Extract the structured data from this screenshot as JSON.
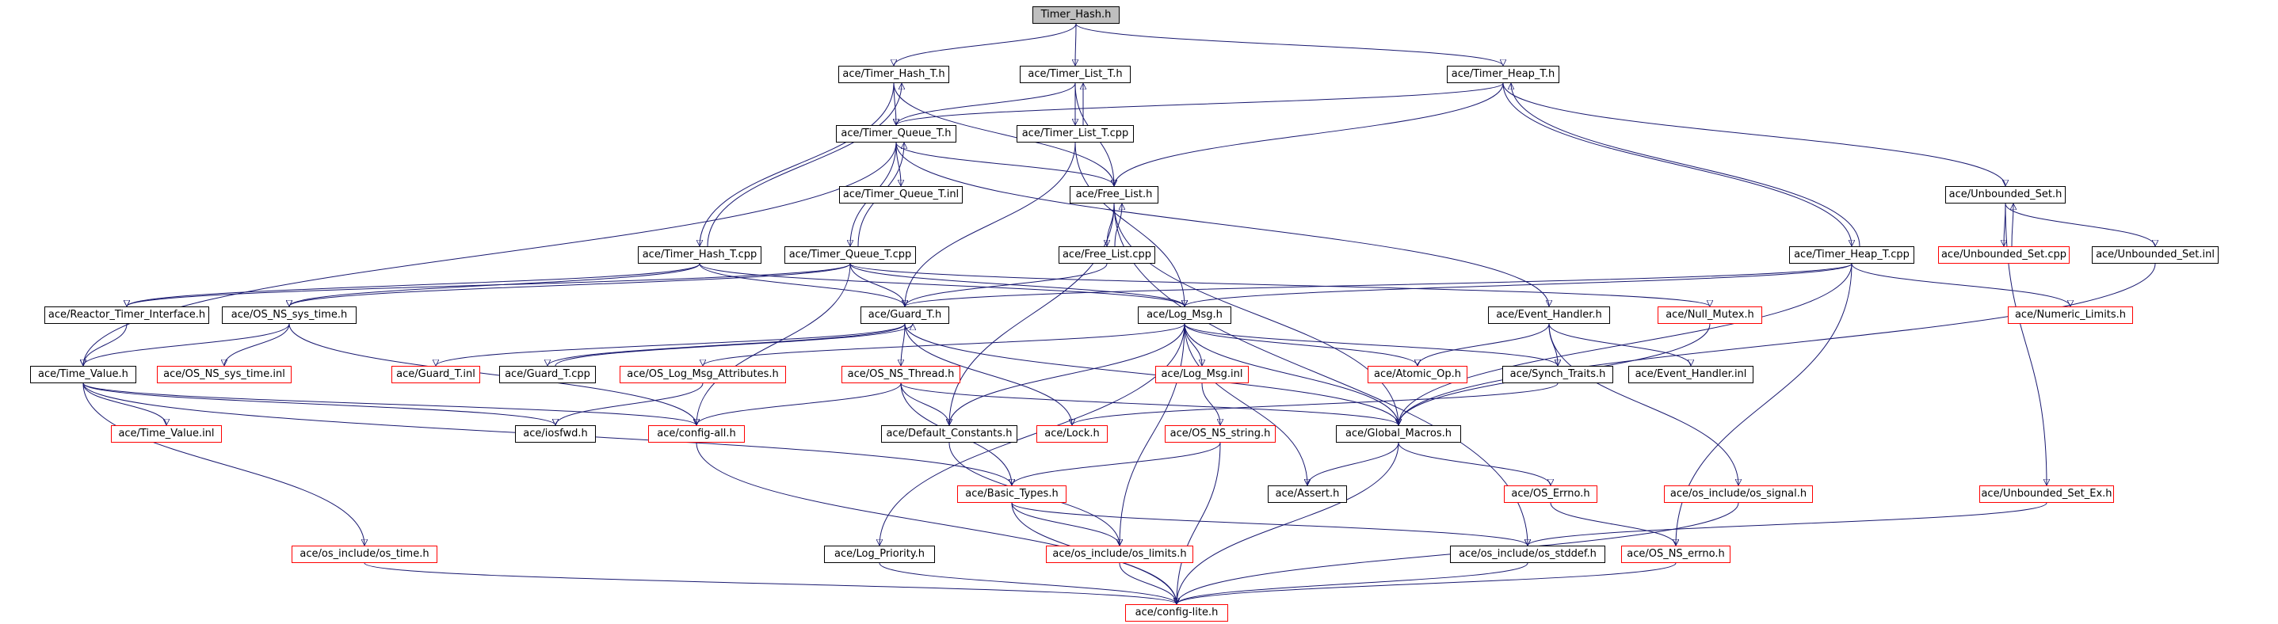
{
  "colors": {
    "edge": "#191970",
    "node_border": "#000000",
    "missing_border": "#ff0000",
    "root_fill": "#bfbfbf"
  },
  "nodes": {
    "n0": "Timer_Hash.h",
    "n1": "ace/Timer_Hash_T.h",
    "n2": "ace/Timer_List_T.h",
    "n3": "ace/Timer_Heap_T.h",
    "n4": "ace/Timer_Queue_T.h",
    "n5": "ace/Timer_List_T.cpp",
    "n6": "ace/Timer_Queue_T.inl",
    "n7": "ace/Free_List.h",
    "n8": "ace/Unbounded_Set.h",
    "n9": "ace/Timer_Hash_T.cpp",
    "n10": "ace/Timer_Queue_T.cpp",
    "n11": "ace/Free_List.cpp",
    "n12": "ace/Timer_Heap_T.cpp",
    "n13": "ace/Unbounded_Set.cpp",
    "n14": "ace/Unbounded_Set.inl",
    "n15": "ace/Reactor_Timer_Interface.h",
    "n16": "ace/OS_NS_sys_time.h",
    "n17": "ace/Guard_T.h",
    "n18": "ace/Log_Msg.h",
    "n19": "ace/Event_Handler.h",
    "n20": "ace/Null_Mutex.h",
    "n21": "ace/Numeric_Limits.h",
    "n22": "ace/Time_Value.h",
    "n23": "ace/OS_NS_sys_time.inl",
    "n24": "ace/Guard_T.inl",
    "n25": "ace/Guard_T.cpp",
    "n26": "ace/OS_Log_Msg_Attributes.h",
    "n27": "ace/OS_NS_Thread.h",
    "n28": "ace/Log_Msg.inl",
    "n29": "ace/Atomic_Op.h",
    "n30": "ace/Synch_Traits.h",
    "n31": "ace/Event_Handler.inl",
    "n32": "ace/Time_Value.inl",
    "n33": "ace/iosfwd.h",
    "n34": "ace/config-all.h",
    "n35": "ace/Default_Constants.h",
    "n36": "ace/Lock.h",
    "n37": "ace/OS_NS_string.h",
    "n38": "ace/Global_Macros.h",
    "n39": "ace/Basic_Types.h",
    "n40": "ace/Assert.h",
    "n41": "ace/OS_Errno.h",
    "n42": "ace/os_include/os_signal.h",
    "n43": "ace/Unbounded_Set_Ex.h",
    "n44": "ace/os_include/os_time.h",
    "n45": "ace/Log_Priority.h",
    "n46": "ace/os_include/os_limits.h",
    "n47": "ace/os_include/os_stddef.h",
    "n48": "ace/OS_NS_errno.h",
    "n49": "ace/config-lite.h"
  }
}
